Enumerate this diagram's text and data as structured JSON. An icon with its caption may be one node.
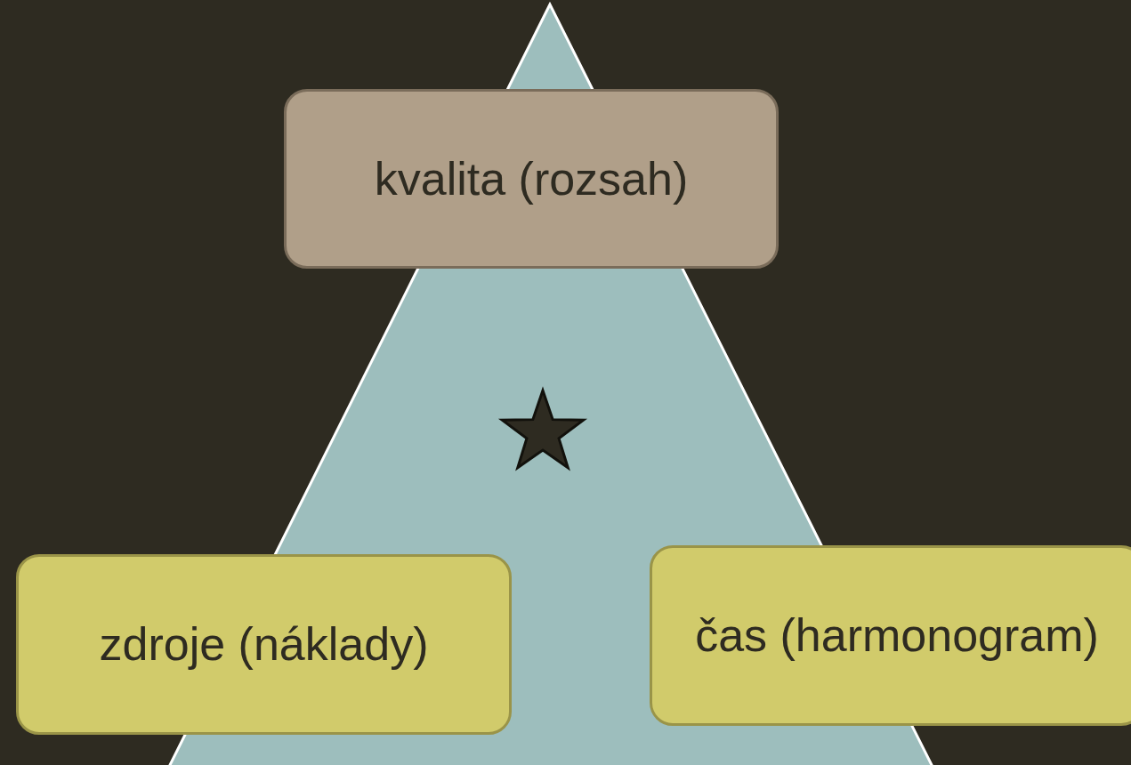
{
  "diagram": {
    "nodes": [
      {
        "text": [
          "kvalita (rozsah)"
        ]
      },
      {
        "text": [
          "zdroje (náklady)"
        ]
      },
      {
        "text": [
          "čas (harmonogram)"
        ]
      }
    ]
  }
}
